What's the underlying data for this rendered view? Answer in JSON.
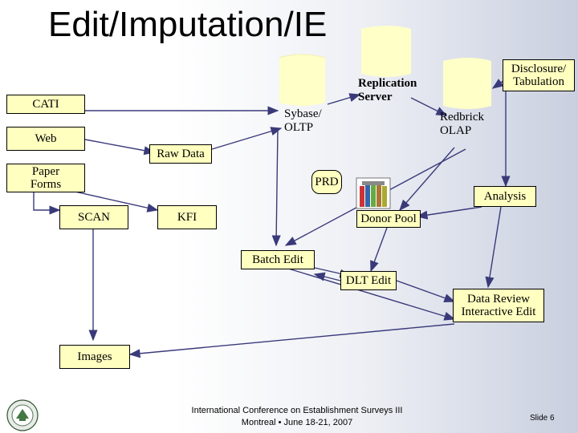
{
  "title": "Edit/Imputation/IE",
  "nodes": {
    "cati": "CATI",
    "web": "Web",
    "paper_forms": "Paper\nForms",
    "scan": "SCAN",
    "kfi": "KFI",
    "raw_data": "Raw Data",
    "prd": "PRD",
    "donor_pool": "Donor Pool",
    "batch_edit": "Batch Edit",
    "dlt_edit": "DLT Edit",
    "data_review": "Data Review\nInteractive Edit",
    "images": "Images",
    "analysis": "Analysis",
    "disclosure": "Disclosure/\nTabulation"
  },
  "databases": {
    "sybase": "Sybase/\nOLTP",
    "replication": "Replication\nServer",
    "redbrick": "Redbrick\nOLAP"
  },
  "footer": {
    "line1": "International Conference on Establishment Surveys III",
    "line2": "Montreal • June 18-21, 2007"
  },
  "slide_number": "Slide 6",
  "colors": {
    "node_fill": "#ffffc0",
    "cylinder_fill": "#ffffc8",
    "arrow": "#3a3a7a"
  },
  "icons": {
    "logo": "seal-logo-icon",
    "donor_pool": "colored-blocks-icon"
  }
}
